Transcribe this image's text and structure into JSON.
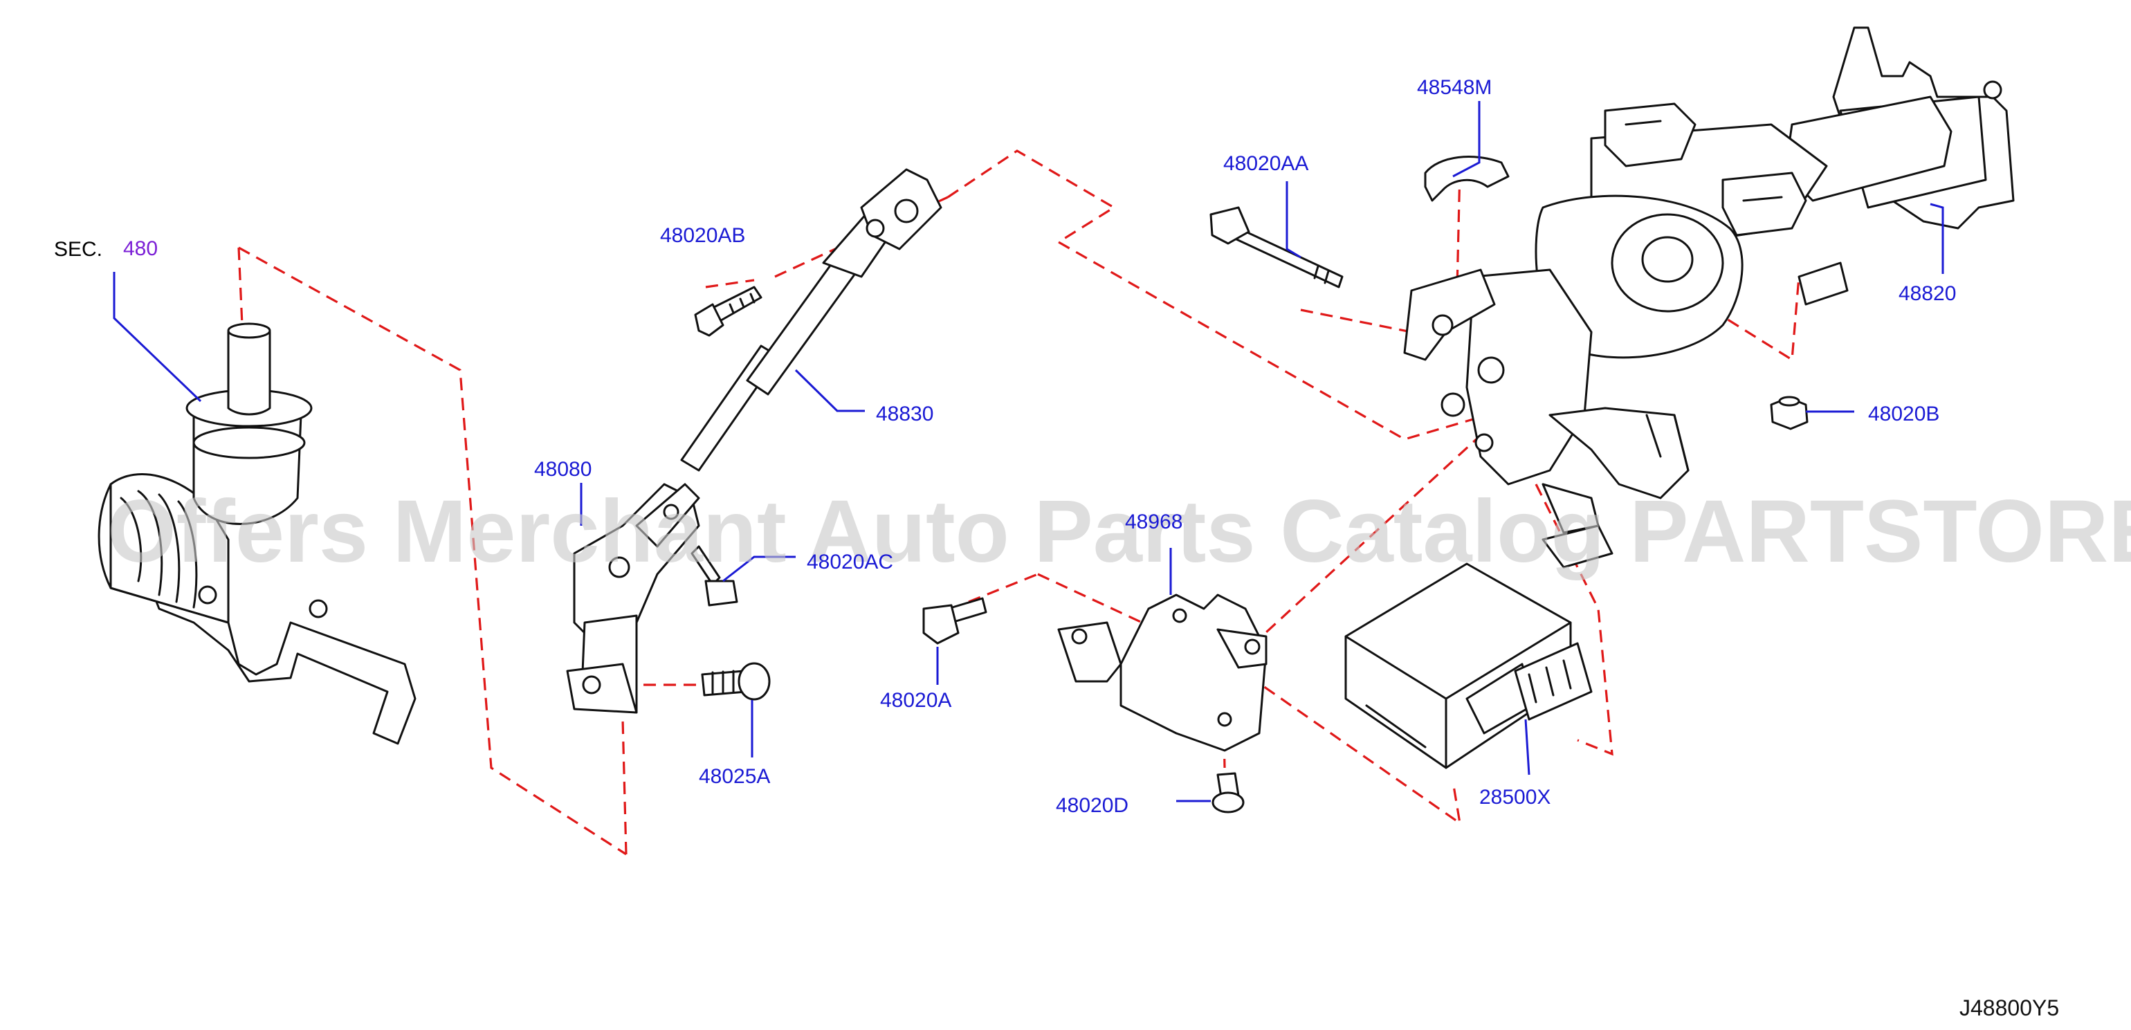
{
  "diagram": {
    "section_prefix": "SEC.",
    "section_number": "480",
    "diagram_id": "J48800Y5",
    "watermark": "Offers Merchant Auto Parts Catalog PARTSTORE.SA",
    "colors": {
      "part_label": "#1a1ad4",
      "section_number": "#7b1fd6",
      "leader_line": "#1a1ad4",
      "assembly_dash": "#e01818",
      "outline": "#111111",
      "watermark": "#c8c8c8"
    }
  },
  "parts": {
    "p48548M": "48548M",
    "p48020AA": "48020AA",
    "p48020AB": "48020AB",
    "p48820": "48820",
    "p48830": "48830",
    "p48020B": "48020B",
    "p48080": "48080",
    "p48968": "48968",
    "p48020AC": "48020AC",
    "p48020A": "48020A",
    "p48025A": "48025A",
    "p28500X": "28500X",
    "p48020D": "48020D"
  }
}
